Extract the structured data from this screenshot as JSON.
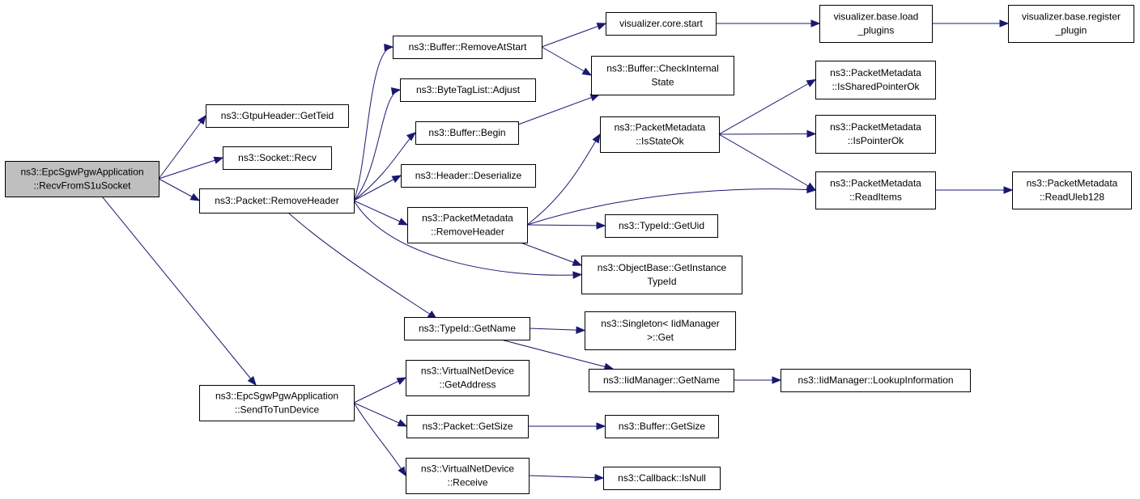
{
  "diagram": {
    "type": "call-graph",
    "colors": {
      "edge": "#191970",
      "root_fill": "#bfbfbf",
      "node_fill": "#ffffff",
      "node_border": "#000000"
    },
    "nodes": [
      {
        "id": "root",
        "lines": [
          "ns3::EpcSgwPgwApplication",
          "::RecvFromS1uSocket"
        ],
        "root": true
      },
      {
        "id": "gtpu_getteid",
        "lines": [
          "ns3::GtpuHeader::GetTeid"
        ]
      },
      {
        "id": "socket_recv",
        "lines": [
          "ns3::Socket::Recv"
        ]
      },
      {
        "id": "packet_removeheader",
        "lines": [
          "ns3::Packet::RemoveHeader"
        ]
      },
      {
        "id": "sendtotun",
        "lines": [
          "ns3::EpcSgwPgwApplication",
          "::SendToTunDevice"
        ]
      },
      {
        "id": "buffer_removeatstart",
        "lines": [
          "ns3::Buffer::RemoveAtStart"
        ]
      },
      {
        "id": "bytetag_adjust",
        "lines": [
          "ns3::ByteTagList::Adjust"
        ]
      },
      {
        "id": "buffer_begin",
        "lines": [
          "ns3::Buffer::Begin"
        ]
      },
      {
        "id": "header_deserialize",
        "lines": [
          "ns3::Header::Deserialize"
        ]
      },
      {
        "id": "pm_removeheader",
        "lines": [
          "ns3::PacketMetadata",
          "::RemoveHeader"
        ]
      },
      {
        "id": "typeid_getname",
        "lines": [
          "ns3::TypeId::GetName"
        ]
      },
      {
        "id": "vnd_getaddress",
        "lines": [
          "ns3::VirtualNetDevice",
          "::GetAddress"
        ]
      },
      {
        "id": "packet_getsize",
        "lines": [
          "ns3::Packet::GetSize"
        ]
      },
      {
        "id": "vnd_receive",
        "lines": [
          "ns3::VirtualNetDevice",
          "::Receive"
        ]
      },
      {
        "id": "vis_core_start",
        "lines": [
          "visualizer.core.start"
        ]
      },
      {
        "id": "buffer_checkinternal",
        "lines": [
          "ns3::Buffer::CheckInternal",
          "State"
        ]
      },
      {
        "id": "pm_isstateok",
        "lines": [
          "ns3::PacketMetadata",
          "::IsStateOk"
        ]
      },
      {
        "id": "typeid_getuid",
        "lines": [
          "ns3::TypeId::GetUid"
        ]
      },
      {
        "id": "objbase_getinstancetypeid",
        "lines": [
          "ns3::ObjectBase::GetInstance",
          "TypeId"
        ]
      },
      {
        "id": "singleton_get",
        "lines": [
          "ns3::Singleton< IidManager",
          ">::Get"
        ]
      },
      {
        "id": "iid_getname",
        "lines": [
          "ns3::IidManager::GetName"
        ]
      },
      {
        "id": "buffer_getsize",
        "lines": [
          "ns3::Buffer::GetSize"
        ]
      },
      {
        "id": "callback_isnull",
        "lines": [
          "ns3::Callback::IsNull"
        ]
      },
      {
        "id": "vis_base_load",
        "lines": [
          "visualizer.base.load",
          "_plugins"
        ]
      },
      {
        "id": "pm_issharedpointerok",
        "lines": [
          "ns3::PacketMetadata",
          "::IsSharedPointerOk"
        ]
      },
      {
        "id": "pm_ispointerok",
        "lines": [
          "ns3::PacketMetadata",
          "::IsPointerOk"
        ]
      },
      {
        "id": "pm_readitems",
        "lines": [
          "ns3::PacketMetadata",
          "::ReadItems"
        ]
      },
      {
        "id": "iid_lookupinformation",
        "lines": [
          "ns3::IidManager::LookupInformation"
        ]
      },
      {
        "id": "vis_base_register",
        "lines": [
          "visualizer.base.register",
          "_plugin"
        ]
      },
      {
        "id": "pm_readuleb128",
        "lines": [
          "ns3::PacketMetadata",
          "::ReadUleb128"
        ]
      }
    ],
    "edges": [
      [
        "root",
        "gtpu_getteid"
      ],
      [
        "root",
        "socket_recv"
      ],
      [
        "root",
        "packet_removeheader"
      ],
      [
        "root",
        "sendtotun"
      ],
      [
        "packet_removeheader",
        "buffer_removeatstart"
      ],
      [
        "packet_removeheader",
        "bytetag_adjust"
      ],
      [
        "packet_removeheader",
        "buffer_begin"
      ],
      [
        "packet_removeheader",
        "header_deserialize"
      ],
      [
        "packet_removeheader",
        "pm_removeheader"
      ],
      [
        "packet_removeheader",
        "objbase_getinstancetypeid"
      ],
      [
        "packet_removeheader",
        "typeid_getname"
      ],
      [
        "buffer_removeatstart",
        "vis_core_start"
      ],
      [
        "buffer_removeatstart",
        "buffer_checkinternal"
      ],
      [
        "buffer_begin",
        "buffer_checkinternal"
      ],
      [
        "vis_core_start",
        "vis_base_load"
      ],
      [
        "vis_base_load",
        "vis_base_register"
      ],
      [
        "pm_removeheader",
        "pm_isstateok"
      ],
      [
        "pm_removeheader",
        "pm_readitems"
      ],
      [
        "pm_removeheader",
        "typeid_getuid"
      ],
      [
        "pm_removeheader",
        "objbase_getinstancetypeid"
      ],
      [
        "pm_isstateok",
        "pm_issharedpointerok"
      ],
      [
        "pm_isstateok",
        "pm_ispointerok"
      ],
      [
        "pm_isstateok",
        "pm_readitems"
      ],
      [
        "pm_readitems",
        "pm_readuleb128"
      ],
      [
        "typeid_getname",
        "singleton_get"
      ],
      [
        "typeid_getname",
        "iid_getname"
      ],
      [
        "iid_getname",
        "iid_lookupinformation"
      ],
      [
        "sendtotun",
        "vnd_getaddress"
      ],
      [
        "sendtotun",
        "packet_getsize"
      ],
      [
        "sendtotun",
        "vnd_receive"
      ],
      [
        "packet_getsize",
        "buffer_getsize"
      ],
      [
        "vnd_receive",
        "callback_isnull"
      ]
    ]
  }
}
